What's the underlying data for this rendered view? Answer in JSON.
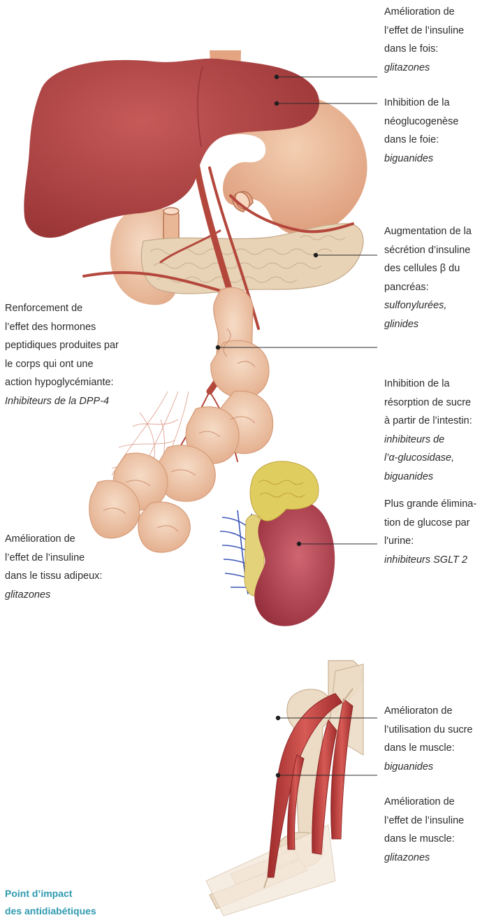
{
  "annotations": {
    "liver_insulin": {
      "lines": [
        "Amélioration de",
        "l’effet de l’insuline",
        "dans le fois:"
      ],
      "drug": "glitazones"
    },
    "liver_neoglucogenesis": {
      "lines": [
        "Inhibition de la",
        "néoglucogenèse",
        "dans le foie:"
      ],
      "drug": "biguanides"
    },
    "pancreas": {
      "lines": [
        "Augmentation de la",
        "sécrétion d’insuline",
        "des cellules β du",
        "pancréas:"
      ],
      "drug_lines": [
        "sulfonylurées,",
        "glinides"
      ]
    },
    "incretins": {
      "lines": [
        "Renforcement de",
        "l’effet des hormones",
        "peptidiques produites par",
        "le corps qui ont une",
        "action hypoglycémiante:"
      ],
      "drug": "Inhibiteurs de la DPP-4"
    },
    "intestine": {
      "lines": [
        "Inhibition de la",
        "résorption de sucre",
        "à partir de l’intestin:"
      ],
      "drug_lines": [
        "inhibiteurs de",
        "l’α-glucosidase,",
        "biguanides"
      ]
    },
    "adipose": {
      "lines": [
        "Amélioration de",
        "l’effet de l’insuline",
        "dans le tissu adipeux:"
      ],
      "drug": "glitazones"
    },
    "kidney": {
      "lines": [
        "Plus grande élimina-",
        "tion de glucose par",
        "l'urine:"
      ],
      "drug": "inhibiteurs SGLT 2"
    },
    "muscle_sugar": {
      "lines": [
        "Amélioraton de",
        "l’utilisation du sucre",
        "dans le muscle:"
      ],
      "drug": "biguanides"
    },
    "muscle_insulin": {
      "lines": [
        "Amélioration de",
        "l’effet de l’insuline",
        "dans le muscle:"
      ],
      "drug": "glitazones"
    }
  },
  "caption": {
    "lines": [
      "Point d’impact",
      "des antidiabétiques"
    ]
  },
  "colors": {
    "liver": "#b5494a",
    "stomach": "#e9b08e",
    "intestine": "#efc6a8",
    "pancreas": "#e8d4b8",
    "vessel": "#b4473c",
    "fat": "#e3cf6a",
    "kidney": "#b04350",
    "vein": "#3c56b8",
    "muscle": "#c13c3a",
    "bone": "#e8d6bf",
    "caption": "#2f9ab0"
  }
}
